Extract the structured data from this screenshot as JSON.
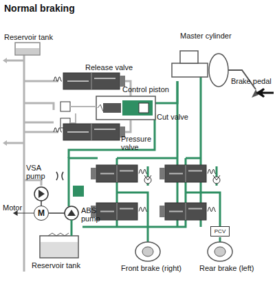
{
  "diagram": {
    "title": "Normal braking",
    "nodes": [
      {
        "text": [
          "M"
        ]
      },
      {
        "text": [
          "PCV"
        ]
      }
    ],
    "labels": [
      "Reservoir tank",
      "Release valve",
      "Control piston",
      "Cut valve",
      "Pressure valve",
      "VSA pump",
      "ABS pump",
      "Motor",
      "Reservoir tank",
      "Master cylinder",
      "Brake pedal",
      "Front brake (right)",
      "Rear brake (left)"
    ]
  }
}
